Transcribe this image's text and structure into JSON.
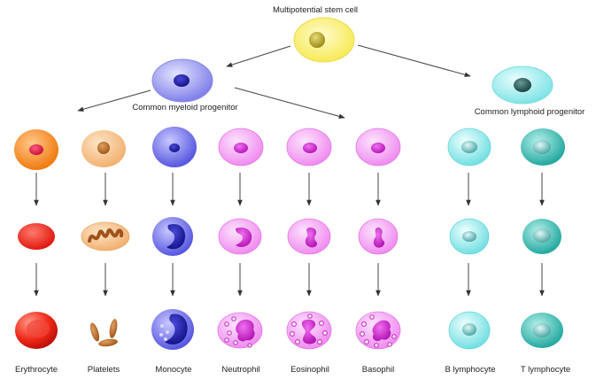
{
  "stem_cell": {
    "label": "Multipotential stem cell"
  },
  "myeloid_progenitor": {
    "label": "Common myeloid progenitor"
  },
  "lymphoid_progenitor": {
    "label": "Common lymphoid progenitor"
  },
  "final_cells": [
    {
      "label": "Erythrocyte"
    },
    {
      "label": "Platelets"
    },
    {
      "label": "Monocyte"
    },
    {
      "label": "Neutrophil"
    },
    {
      "label": "Eosinophil"
    },
    {
      "label": "Basophil"
    },
    {
      "label": "B lymphocyte"
    },
    {
      "label": "T lymphocyte"
    }
  ],
  "colors": {
    "stem": "#fff27a",
    "myeloid": "#8f8ff0",
    "lymphoid": "#9ff0f0",
    "erythro": "#ef3a2a",
    "platelet": "#f5b86a",
    "monocyte": "#6f6fe6",
    "granulocyte": "#f5a0f0",
    "b_lymph": "#8ee8ea",
    "t_lymph": "#3fc3bb"
  }
}
